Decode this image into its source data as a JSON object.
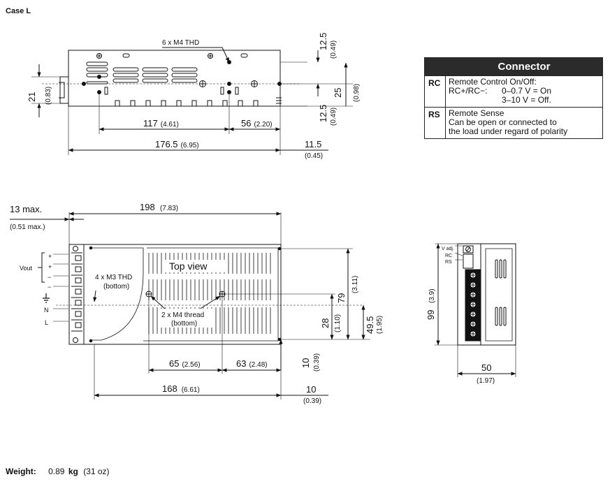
{
  "case_title": "Case L",
  "connector": {
    "title": "Connector",
    "rows": [
      {
        "code": "RC",
        "title": "Remote Control On/Off:",
        "line1_prefix": "RC+/RC−:",
        "line1_value": "0–0.7 V = On",
        "line2_value": "3–10 V = Off."
      },
      {
        "code": "RS",
        "title": "Remote Sense",
        "desc1": "Can be open or connected to",
        "desc2": "the load under regard of polarity"
      }
    ]
  },
  "side_view": {
    "dims": {
      "d125_top": "12.5",
      "d125_top_in": "(0.49)",
      "d21": "21",
      "d21_in": "(0.83)",
      "d25": "25",
      "d25_in": "(0.98)",
      "d125_bot": "12.5",
      "d125_bot_in": "(0.49)",
      "d117": "117",
      "d117_in": "(4.61)",
      "d56": "56",
      "d56_in": "(2.20)",
      "d1765": "176.5",
      "d1765_in": "(6.95)",
      "d115": "11.5",
      "d115_in": "(0.45)"
    },
    "note_m4": "6 x M4 THD"
  },
  "top_view": {
    "title": "Top view",
    "dims": {
      "d13": "13 max.",
      "d13_in": "(0.51 max.)",
      "d198": "198",
      "d198_in": "(7.83)",
      "d79": "79",
      "d79_in": "(3.11)",
      "d495": "49.5",
      "d495_in": "(1.95)",
      "d28": "28",
      "d28_in": "(1.10)",
      "d65": "65",
      "d65_in": "(2.56)",
      "d63": "63",
      "d63_in": "(2.48)",
      "d10a": "10",
      "d10a_in": "(0.39)",
      "d168": "168",
      "d168_in": "(6.61)",
      "d10b": "10",
      "d10b_in": "(0.39)"
    },
    "note_m3_1": "4 x M3 THD",
    "note_m3_2": "(bottom)",
    "note_m4_1": "2 x M4 thread",
    "note_m4_2": "(bottom)",
    "terminal_labels": {
      "vout": "Vout",
      "plus1": "+",
      "plus2": "+",
      "minus1": "−",
      "minus2": "−",
      "n": "N",
      "l": "L"
    }
  },
  "end_view": {
    "dims": {
      "d99": "99",
      "d99_in": "(3.9)",
      "d50": "50",
      "d50_in": "(1.97)"
    },
    "labels": {
      "vadj": "V adj.",
      "rc": "RC",
      "rs": "RS"
    }
  },
  "weight": {
    "label": "Weight:",
    "value": "0.89",
    "unit": "kg",
    "alt": "(31 oz)"
  }
}
